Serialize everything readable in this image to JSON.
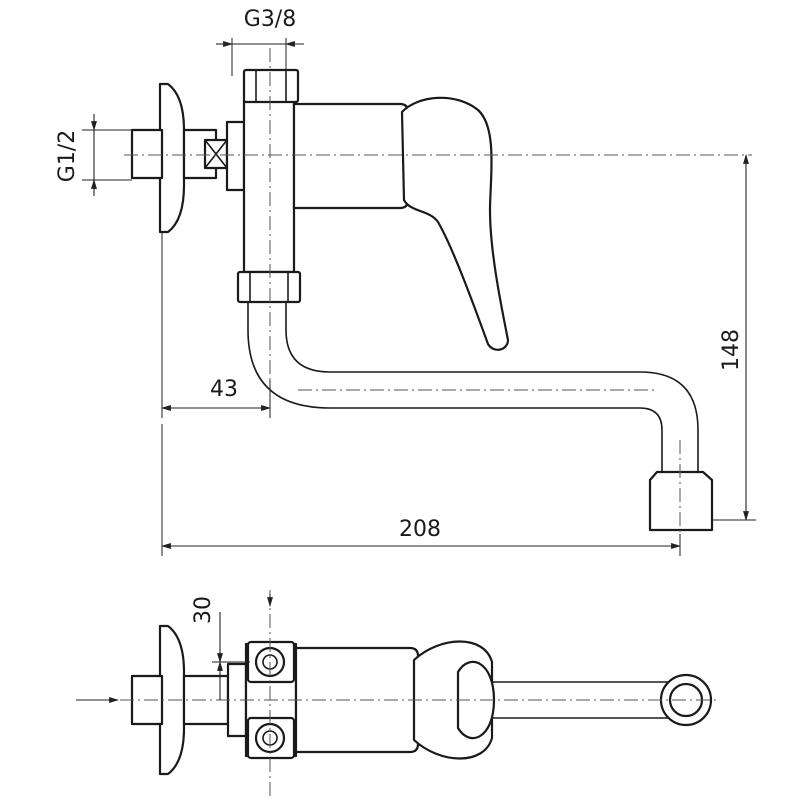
{
  "dimensions": {
    "thread_inlet": "G1/2",
    "thread_outlet": "G3/8",
    "wall_to_riser": "43",
    "total_reach": "208",
    "height": "148",
    "riser_spacing": "30"
  },
  "colors": {
    "line": "#1a1a1a",
    "background": "#ffffff"
  }
}
